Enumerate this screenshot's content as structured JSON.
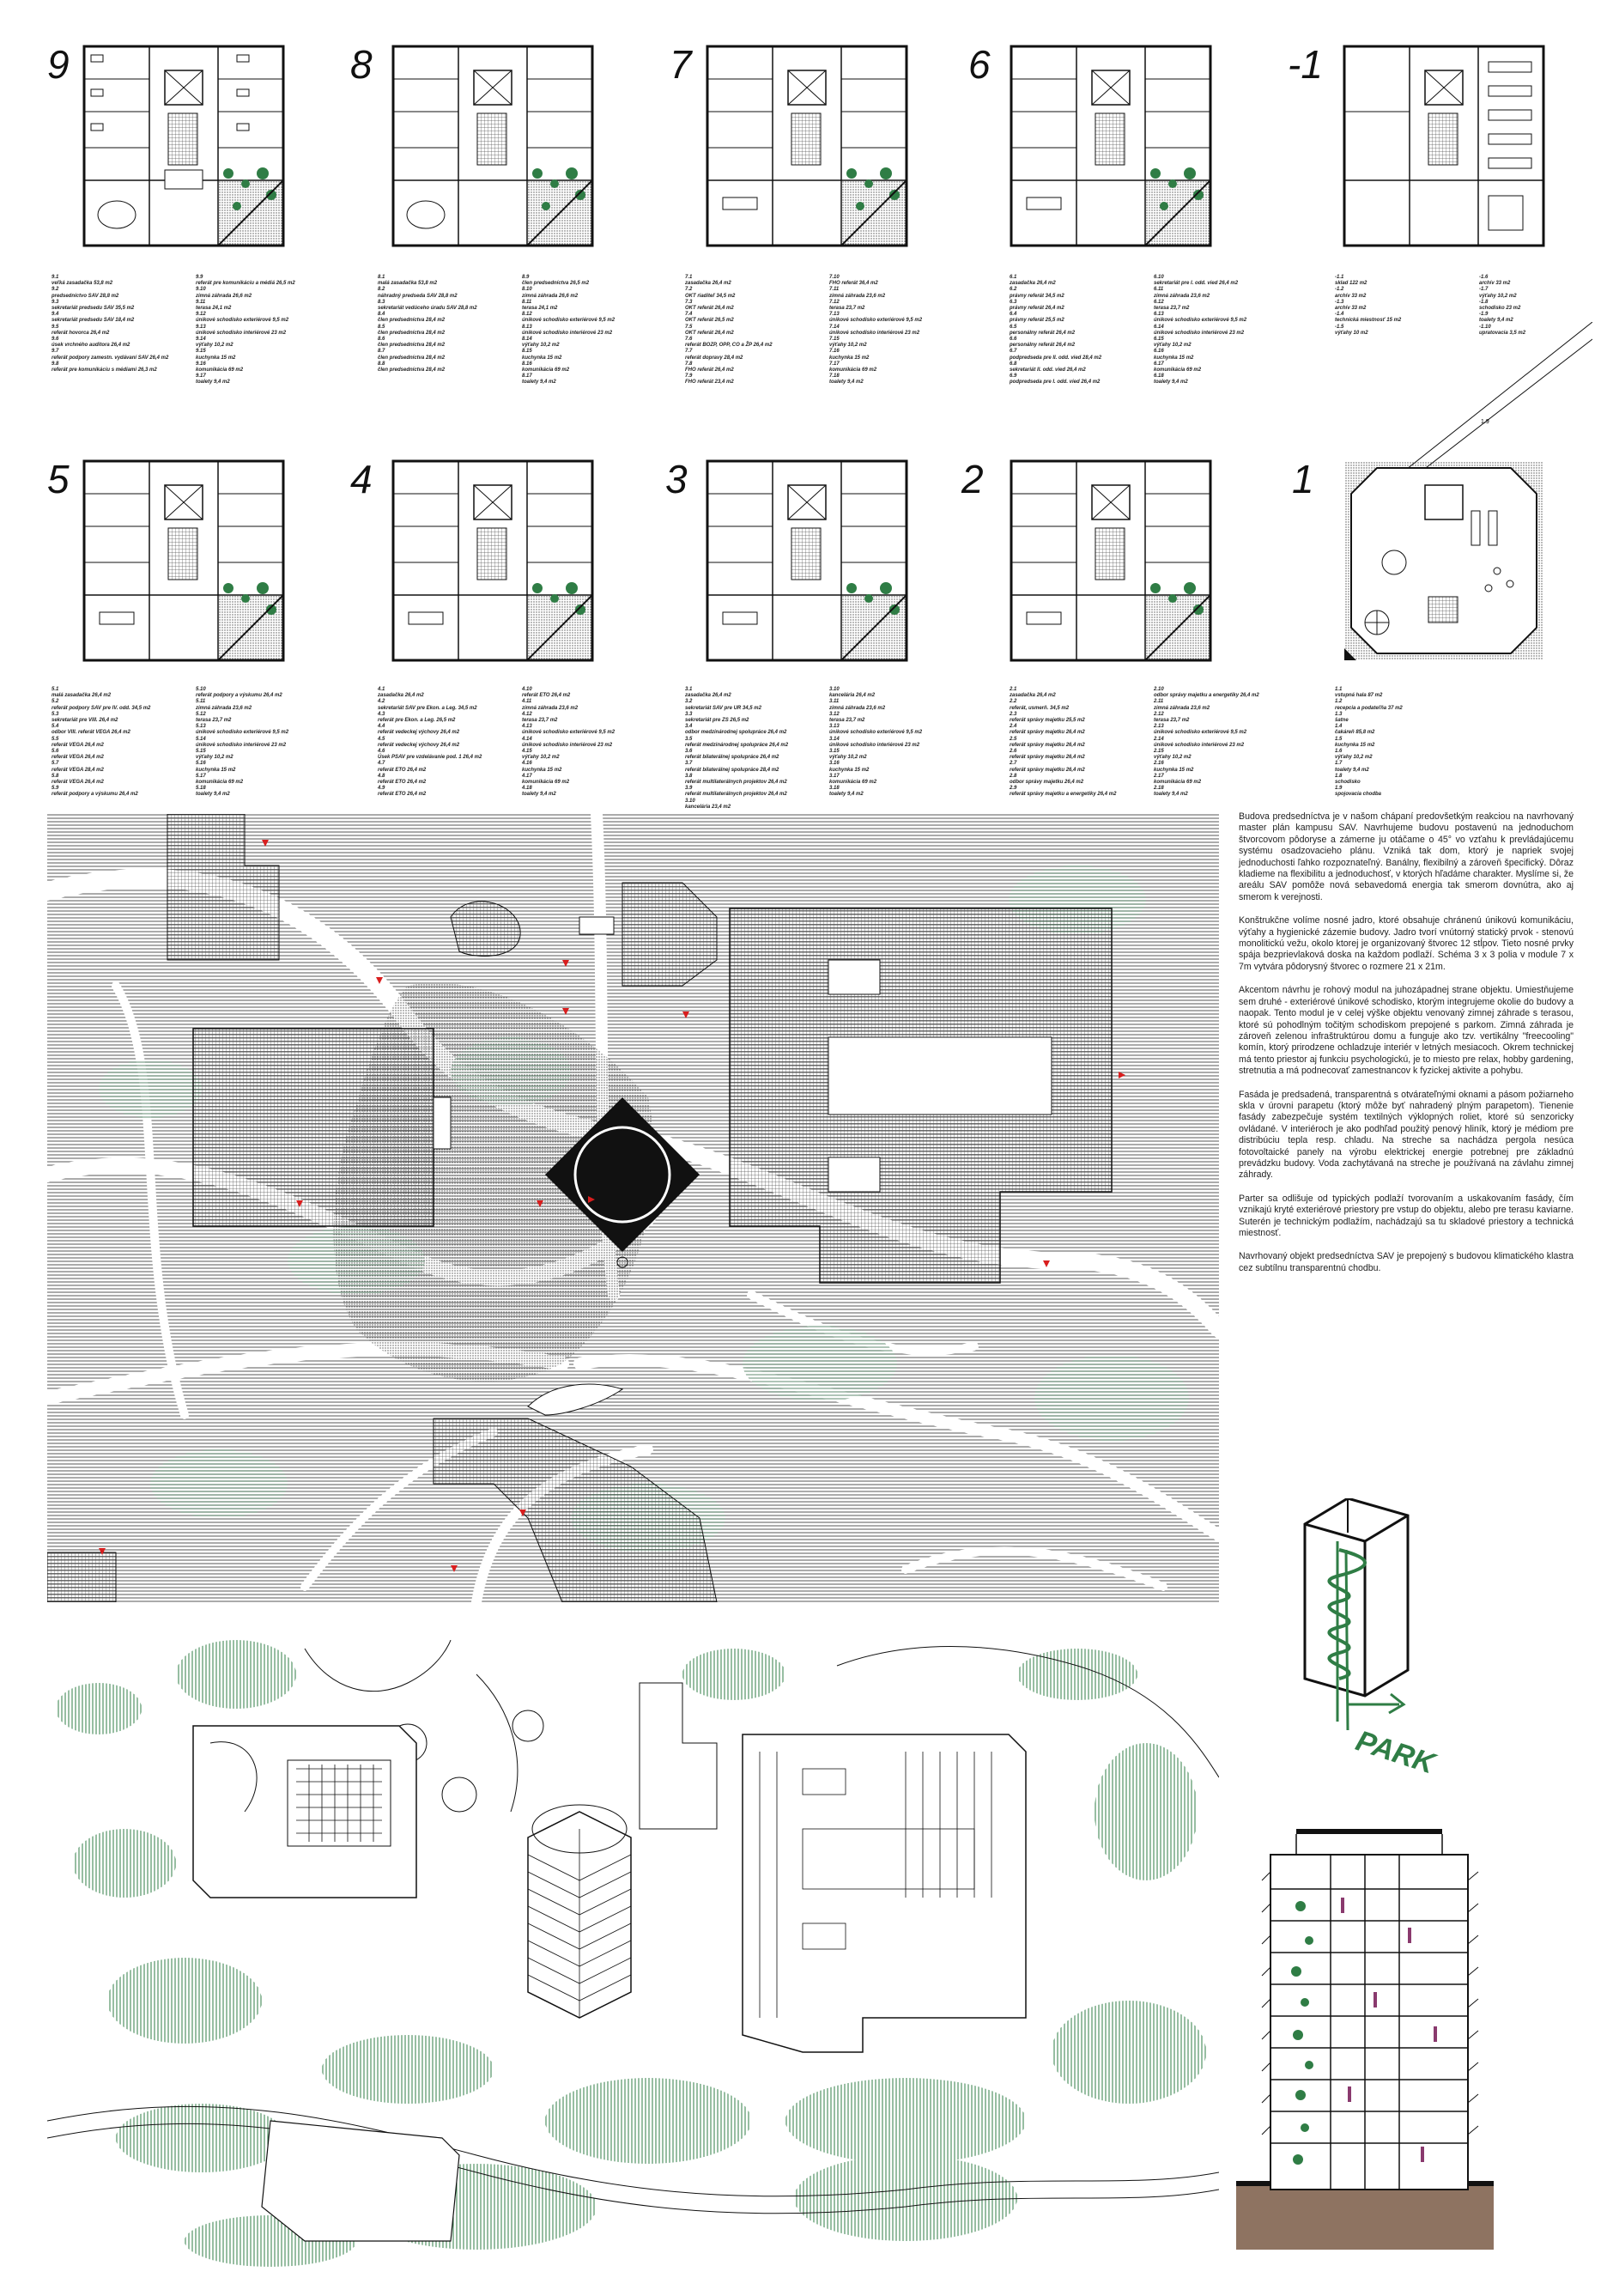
{
  "floors_top": [
    {
      "no": "9",
      "legend_left": [
        "9.1",
        "veľká zasadačka 53,8 m2",
        "9.2",
        "predsedníctvo SAV 28,8 m2",
        "9.3",
        "sekretariát predsedu SAV 35,5 m2",
        "9.4",
        "sekretariát predsedu SAV 18,4 m2",
        "9.5",
        "referát hovorca 26,4 m2",
        "9.6",
        "úsek vrchného auditora 26,4 m2",
        "9.7",
        "referát podpory zamestn. vydávaní SAV 26,4 m2",
        "9.8",
        "referát pre komunikáciu s médiami 26,3 m2"
      ],
      "legend_right": [
        "9.9",
        "referát pre komunikáciu a médiá 26,5 m2",
        "9.10",
        "zimná záhrada 26,6 m2",
        "9.11",
        "terasa 24,1 m2",
        "9.12",
        "únikové schodisko exteriérové 9,5 m2",
        "9.13",
        "únikové schodisko interiérové 23 m2",
        "9.14",
        "výťahy 10,2 m2",
        "9.15",
        "kuchynka 15 m2",
        "9.16",
        "komunikácia 69 m2",
        "9.17",
        "toalety 9,4 m2"
      ]
    },
    {
      "no": "8",
      "legend_left": [
        "8.1",
        "malá zasadačka 53,8 m2",
        "8.2",
        "náhradný predseda SAV 28,8 m2",
        "8.3",
        "sekretariát vedúceho úradu SAV 28,8 m2",
        "8.4",
        "člen predsedníctva 28,4 m2",
        "8.5",
        "člen predsedníctva 28,4 m2",
        "8.6",
        "člen predsedníctva 28,4 m2",
        "8.7",
        "člen predsedníctva 28,4 m2",
        "8.8",
        "člen predsedníctva 28,4 m2"
      ],
      "legend_right": [
        "8.9",
        "člen predsedníctva 26,5 m2",
        "8.10",
        "zimná záhrada 26,6 m2",
        "8.11",
        "terasa 24,1 m2",
        "8.12",
        "únikové schodisko exteriérové 9,5 m2",
        "8.13",
        "únikové schodisko interiérové 23 m2",
        "8.14",
        "výťahy 10,2 m2",
        "8.15",
        "kuchynka 15 m2",
        "8.16",
        "komunikácia 69 m2",
        "8.17",
        "toalety 9,4 m2"
      ]
    },
    {
      "no": "7",
      "legend_left": [
        "7.1",
        "zasadačka 26,4 m2",
        "7.2",
        "OKT riaditeľ 34,5 m2",
        "7.3",
        "OKT referát 26,4 m2",
        "7.4",
        "OKT referát 26,5 m2",
        "7.5",
        "OKT referát 26,4 m2",
        "7.6",
        "referát BOZP, OPP, CO a ŽP 26,4 m2",
        "7.7",
        "referát dopravy 28,4 m2",
        "7.8",
        "FHO referát 26,4 m2",
        "7.9",
        "FHO referát 23,4 m2"
      ],
      "legend_right": [
        "7.10",
        "FHO referát 36,4 m2",
        "7.11",
        "zimná záhrada 23,6 m2",
        "7.12",
        "terasa 23,7 m2",
        "7.13",
        "únikové schodisko exteriérové 9,5 m2",
        "7.14",
        "únikové schodisko interiérové 23 m2",
        "7.15",
        "výťahy 10,2 m2",
        "7.16",
        "kuchynka 15 m2",
        "7.17",
        "komunikácia 69 m2",
        "7.18",
        "toalety 9,4 m2"
      ]
    },
    {
      "no": "6",
      "legend_left": [
        "6.1",
        "zasadačka 26,4 m2",
        "6.2",
        "právny referát 34,5 m2",
        "6.3",
        "právny referát 26,4 m2",
        "6.4",
        "právny referát 25,5 m2",
        "6.5",
        "personálny referát 26,4 m2",
        "6.6",
        "personálny referát 26,4 m2",
        "6.7",
        "podpredseda pre II. odd. vied 28,4 m2",
        "6.8",
        "sekretariát II. odd. vied 26,4 m2",
        "6.9",
        "podpredseda pre I. odd. vied 26,4 m2"
      ],
      "legend_right": [
        "6.10",
        "sekretariát pre I. odd. vied 26,4 m2",
        "6.11",
        "zimná záhrada 23,6 m2",
        "6.12",
        "terasa 23,7 m2",
        "6.13",
        "únikové schodisko exteriérové 9,5 m2",
        "6.14",
        "únikové schodisko interiérové 23 m2",
        "6.15",
        "výťahy 10,2 m2",
        "6.16",
        "kuchynka 15 m2",
        "6.17",
        "komunikácia 69 m2",
        "6.18",
        "toalety 9,4 m2"
      ]
    },
    {
      "no": "-1",
      "legend_left": [
        "-1.1",
        "sklad 122 m2",
        "-1.2",
        "archív 33 m2",
        "-1.3",
        "archív 33 m2",
        "-1.4",
        "technická miestnosť 15 m2",
        "-1.5",
        "výťahy 10 m2"
      ],
      "legend_right": [
        "-1.6",
        "archív 33 m2",
        "-1.7",
        "výťahy 10,2 m2",
        "-1.8",
        "schodisko 23 m2",
        "-1.9",
        "toalety 9,4 m2",
        "-1.10",
        "upratovacia 3,5 m2"
      ]
    }
  ],
  "floors_bottom": [
    {
      "no": "5",
      "legend_left": [
        "5.1",
        "malá zasadačka 26,4 m2",
        "5.2",
        "referát podpory SAV pre IV. odd. 34,5 m2",
        "5.3",
        "sekretariát pre VIII. 26,4 m2",
        "5.4",
        "odbor VIII. referát VEGA 26,4 m2",
        "5.5",
        "referát VEGA 26,4 m2",
        "5.6",
        "referát VEGA 26,4 m2",
        "5.7",
        "referát VEGA 28,4 m2",
        "5.8",
        "referát VEGA 26,4 m2",
        "5.9",
        "referát podpory a výskumu 26,4 m2"
      ],
      "legend_right": [
        "5.10",
        "referát podpory a výskumu 26,4 m2",
        "5.11",
        "zimná záhrada 23,6 m2",
        "5.12",
        "terasa 23,7 m2",
        "5.13",
        "únikové schodisko exteriérové 9,5 m2",
        "5.14",
        "únikové schodisko interiérové 23 m2",
        "5.15",
        "výťahy 10,2 m2",
        "5.16",
        "kuchynka 15 m2",
        "5.17",
        "komunikácia 69 m2",
        "5.18",
        "toalety 9,4 m2"
      ]
    },
    {
      "no": "4",
      "legend_left": [
        "4.1",
        "zasadačka 26,4 m2",
        "4.2",
        "sekretariát SAV pre Ekon. a Leg. 34,5 m2",
        "4.3",
        "referát pre Ekon. a Leg. 26,5 m2",
        "4.4",
        "referát vedeckej výchovy 26,4 m2",
        "4.5",
        "referát vedeckej výchovy 26,4 m2",
        "4.6",
        "Úsek PSAV pre vzdelávanie pod. 1 26,4 m2",
        "4.7",
        "referát ETO 26,4 m2",
        "4.8",
        "referát ETO 26,4 m2",
        "4.9",
        "referát ETO 26,4 m2"
      ],
      "legend_right": [
        "4.10",
        "referát ETO 26,4 m2",
        "4.11",
        "zimná záhrada 23,6 m2",
        "4.12",
        "terasa 23,7 m2",
        "4.13",
        "únikové schodisko exteriérové 9,5 m2",
        "4.14",
        "únikové schodisko interiérové 23 m2",
        "4.15",
        "výťahy 10,2 m2",
        "4.16",
        "kuchynka 15 m2",
        "4.17",
        "komunikácia 69 m2",
        "4.18",
        "toalety 9,4 m2"
      ]
    },
    {
      "no": "3",
      "legend_left": [
        "3.1",
        "zasadačka 26,4 m2",
        "3.2",
        "sekretariát SAV pre UR 34,5 m2",
        "3.3",
        "sekretariát pre ZS 26,5 m2",
        "3.4",
        "odbor medzinárodnej spolupráce 26,4 m2",
        "3.5",
        "referát medzinárodnej spolupráce 26,4 m2",
        "3.6",
        "referát bilaterálnej spolupráce 26,4 m2",
        "3.7",
        "referát bilaterálnej spolupráce 28,4 m2",
        "3.8",
        "referát multilaterálnych projektov 26,4 m2",
        "3.9",
        "referát multilaterálnych projektov 26,4 m2",
        "3.10",
        "kancelária 23,4 m2"
      ],
      "legend_right": [
        "3.10",
        "kancelária 26,4 m2",
        "3.11",
        "zimná záhrada 23,6 m2",
        "3.12",
        "terasa 23,7 m2",
        "3.13",
        "únikové schodisko exteriérové 9,5 m2",
        "3.14",
        "únikové schodisko interiérové 23 m2",
        "3.15",
        "výťahy 10,2 m2",
        "3.16",
        "kuchynka 15 m2",
        "3.17",
        "komunikácia 69 m2",
        "3.18",
        "toalety 9,4 m2"
      ]
    },
    {
      "no": "2",
      "legend_left": [
        "2.1",
        "zasadačka 26,4 m2",
        "2.2",
        "referát, usmerň. 34,5 m2",
        "2.3",
        "referát správy majetku 25,5 m2",
        "2.4",
        "referát správy majetku 26,4 m2",
        "2.5",
        "referát správy majetku 26,4 m2",
        "2.6",
        "referát správy majetku 26,4 m2",
        "2.7",
        "referát správy majetku 26,4 m2",
        "2.8",
        "odbor správy majetku 26,4 m2",
        "2.9",
        "referát správy majetku a energetiky 26,4 m2"
      ],
      "legend_right": [
        "2.10",
        "odbor správy majetku a energetiky 26,4 m2",
        "2.11",
        "zimná záhrada 23,6 m2",
        "2.12",
        "terasa 23,7 m2",
        "2.13",
        "únikové schodisko exteriérové 9,5 m2",
        "2.14",
        "únikové schodisko interiérové 23 m2",
        "2.15",
        "výťahy 10,2 m2",
        "2.16",
        "kuchynka 15 m2",
        "2.17",
        "komunikácia 69 m2",
        "2.18",
        "toalety 9,4 m2"
      ]
    },
    {
      "no": "1",
      "legend_left": [
        "1.1",
        "vstupná hala 87 m2",
        "1.2",
        "recepcia a podateľňa 37 m2",
        "1.3",
        "šatne",
        "1.4",
        "čakáreň 85,8 m2",
        "1.5",
        "kuchynka 15 m2",
        "1.6",
        "výťahy 10,2 m2",
        "1.7",
        "toalety 9,4 m2",
        "1.8",
        "schodisko",
        "1.9",
        "spojovacia chodba"
      ],
      "legend_right": []
    }
  ],
  "site": {
    "path_label": "1.9"
  },
  "description": [
    "Budova predsedníctva je v našom chápaní predovšetkým reakciou na navrhovaný master plán kampusu SAV. Navrhujeme budovu postavenú na jednoduchom štvorcovom pôdoryse a zámerne ju otáčame o 45° vo vzťahu k prevládajúcemu systému osadzovacieho plánu. Vzniká tak dom, ktorý je napriek svojej jednoduchosti ľahko rozpoznateľný. Banálny, flexibilný a zároveň špecifický. Dôraz kladieme na flexibilitu a jednoduchosť, v ktorých hľadáme charakter. Myslíme si, že areálu SAV pomôže nová sebavedomá energia tak smerom dovnútra, ako aj smerom k verejnosti.",
    "Konštrukčne volíme nosné jadro, ktoré obsahuje chránenú únikovú komunikáciu, výťahy a hygienické zázemie budovy. Jadro tvorí vnútorný statický prvok - stenovú monolitickú vežu, okolo ktorej je organizovaný štvorec 12 stĺpov. Tieto nosné prvky spája bezprievlaková doska na každom podlaží. Schéma 3 x 3 polia v module 7 x 7m vytvára pôdorysný štvorec o rozmere 21 x 21m.",
    "Akcentom návrhu je rohový modul na juhozápadnej strane objektu. Umiestňujeme sem druhé - exteriérové únikové schodisko, ktorým integrujeme okolie do budovy a naopak. Tento modul je v celej výške objektu venovaný zimnej záhrade s terasou, ktoré sú pohodlným točitým schodiskom prepojené s parkom. Zimná záhrada je zároveň zelenou infraštruktúrou domu a funguje ako tzv. vertikálny \"freecooling\" komín, ktorý prirodzene ochladzuje interiér v letných mesiacoch. Okrem technickej má tento priestor aj funkciu psychologickú, je to miesto pre relax, hobby gardening, stretnutia a má podnecovať zamestnancov k fyzickej aktivite a pohybu.",
    "Fasáda je predsadená, transparentná s otvárateľnými oknami a pásom požiarneho skla v úrovni parapetu (ktorý môže byť nahradený plným parapetom). Tienenie fasády zabezpečuje systém textilných výklopných roliet, ktoré sú senzoricky ovládané. V interiéroch je ako podhľad použitý penový hliník, ktorý je médiom pre distribúciu tepla resp. chladu. Na streche sa nachádza pergola nesúca fotovoltaické panely na výrobu elektrickej energie potrebnej pre základnú prevádzku budovy. Voda zachytávaná na streche je používaná na závlahu zimnej záhrady.",
    "Parter sa odlišuje od typických podlaží tvorovaním a uskakovaním fasády, čím vznikajú kryté exteriérové priestory pre vstup do objektu, alebo pre terasu kaviarne. Suterén je technickým podlažím, nachádzajú sa tu skladové priestory a technická miestnosť.",
    "Navrhovaný objekt predsedníctva SAV je prepojený s budovou klimatického klastra cez subtílnu transparentnú chodbu."
  ],
  "sketch": {
    "label": "PARK"
  },
  "colors": {
    "ink": "#111111",
    "green": "#2f7d45",
    "red": "#d91e1e",
    "hatch": "#555555"
  }
}
